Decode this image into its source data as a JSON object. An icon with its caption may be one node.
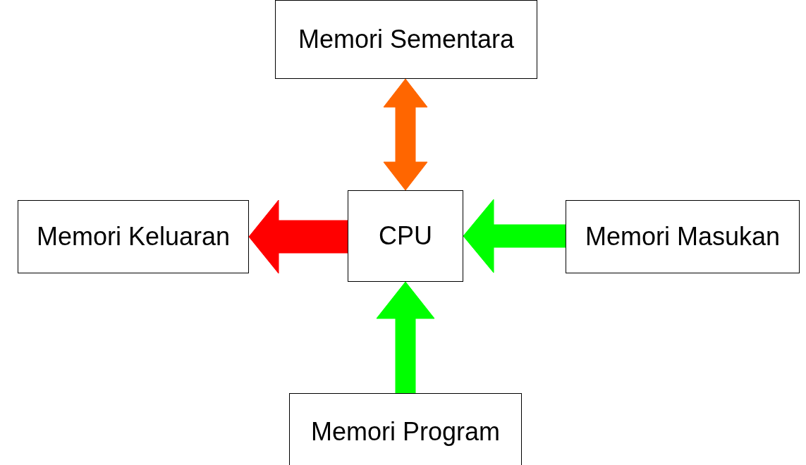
{
  "diagram": {
    "nodes": [
      {
        "text": [
          "Memori Sementara"
        ]
      },
      {
        "text": [
          "Memori Keluaran"
        ]
      },
      {
        "text": [
          "CPU"
        ]
      },
      {
        "text": [
          "Memori Masukan"
        ]
      },
      {
        "text": [
          "Memori Program"
        ]
      }
    ],
    "edges": [
      {
        "from": 0,
        "to": 2,
        "arrow": "both",
        "color": "#ff6600"
      },
      {
        "from": 2,
        "to": 1,
        "arrow": "to",
        "color": "#ff0000"
      },
      {
        "from": 3,
        "to": 2,
        "arrow": "to"
      },
      {
        "from": 4,
        "to": 2,
        "arrow": "to"
      }
    ]
  }
}
